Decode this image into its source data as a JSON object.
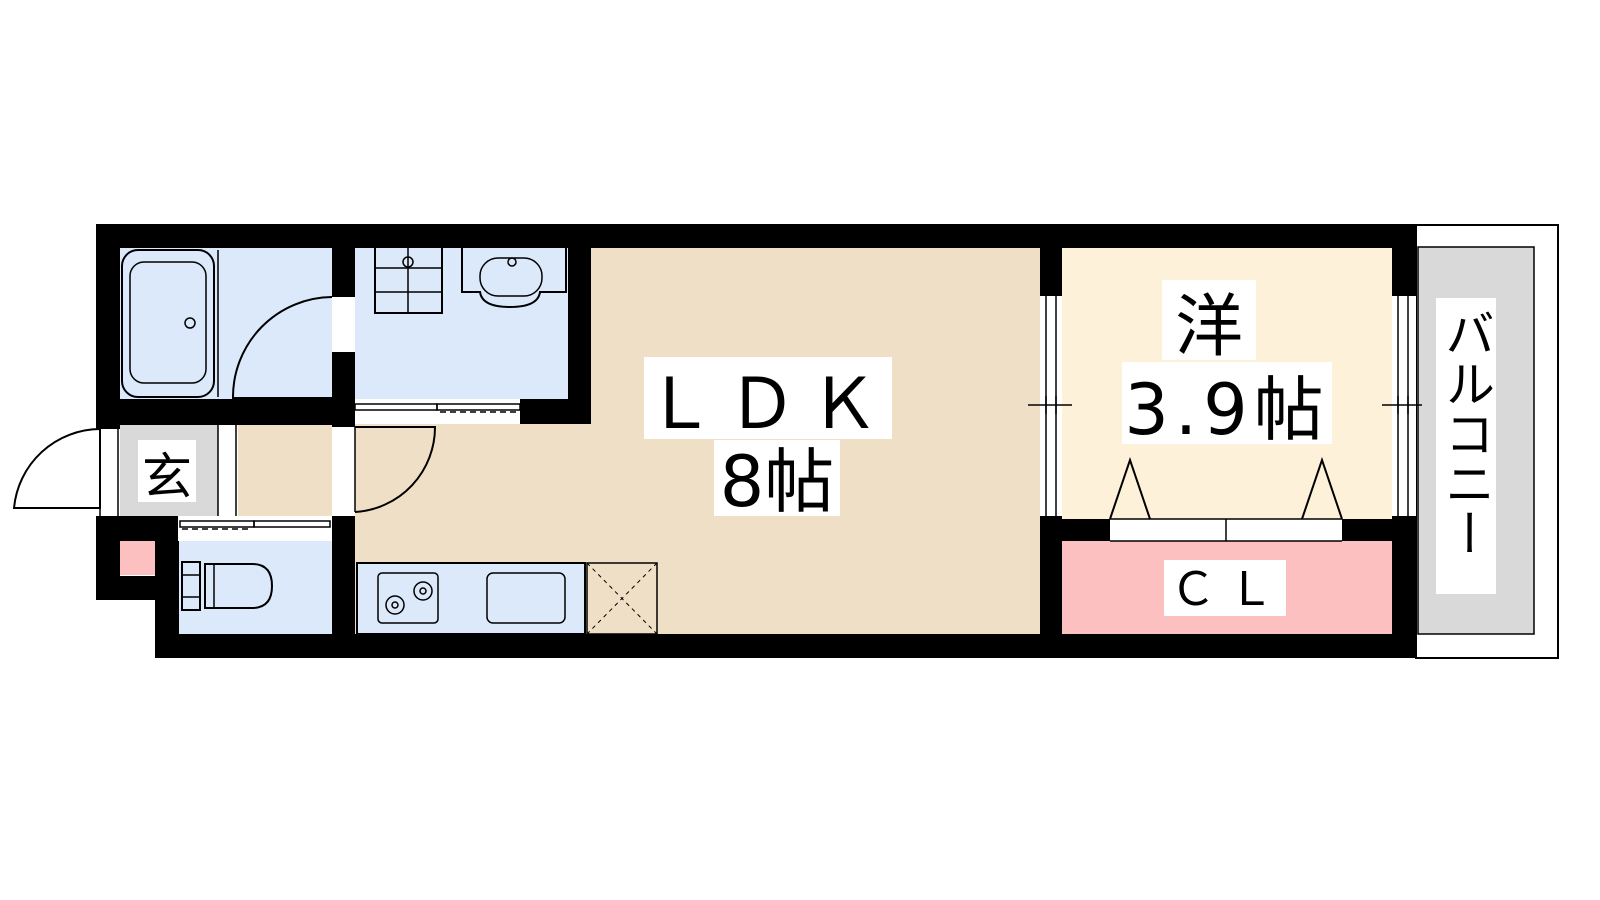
{
  "rooms": {
    "ldk": {
      "name": "ＬＤＫ",
      "size": "8帖"
    },
    "western": {
      "name": "洋",
      "size": "3.9帖"
    },
    "closet": {
      "name": "ＣＬ"
    },
    "entrance": {
      "name": "玄"
    },
    "balcony": {
      "name": "バルコニー"
    }
  },
  "colors": {
    "wall": "#000000",
    "ldk_floor": "#efdfc7",
    "western_floor": "#fdf2d9",
    "closet_floor": "#fcc0c0",
    "wet_area": "#dbe9fb",
    "entrance_floor": "#d9d9d9",
    "balcony": "#d9d9d9"
  }
}
